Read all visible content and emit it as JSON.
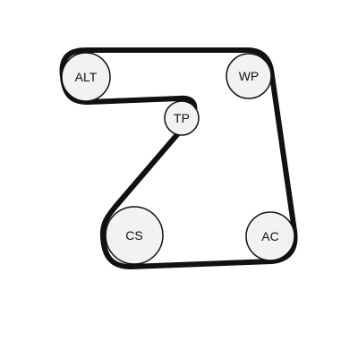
{
  "diagram": {
    "pulleys": {
      "alt": {
        "label": "ALT"
      },
      "wp": {
        "label": "WP"
      },
      "tp": {
        "label": "TP"
      },
      "cs": {
        "label": "CS"
      },
      "ac": {
        "label": "AC"
      }
    },
    "colors": {
      "belt": "#111111",
      "pulley_fill": "#f2f2f2",
      "pulley_stroke": "#111111",
      "background": "#ffffff"
    }
  }
}
